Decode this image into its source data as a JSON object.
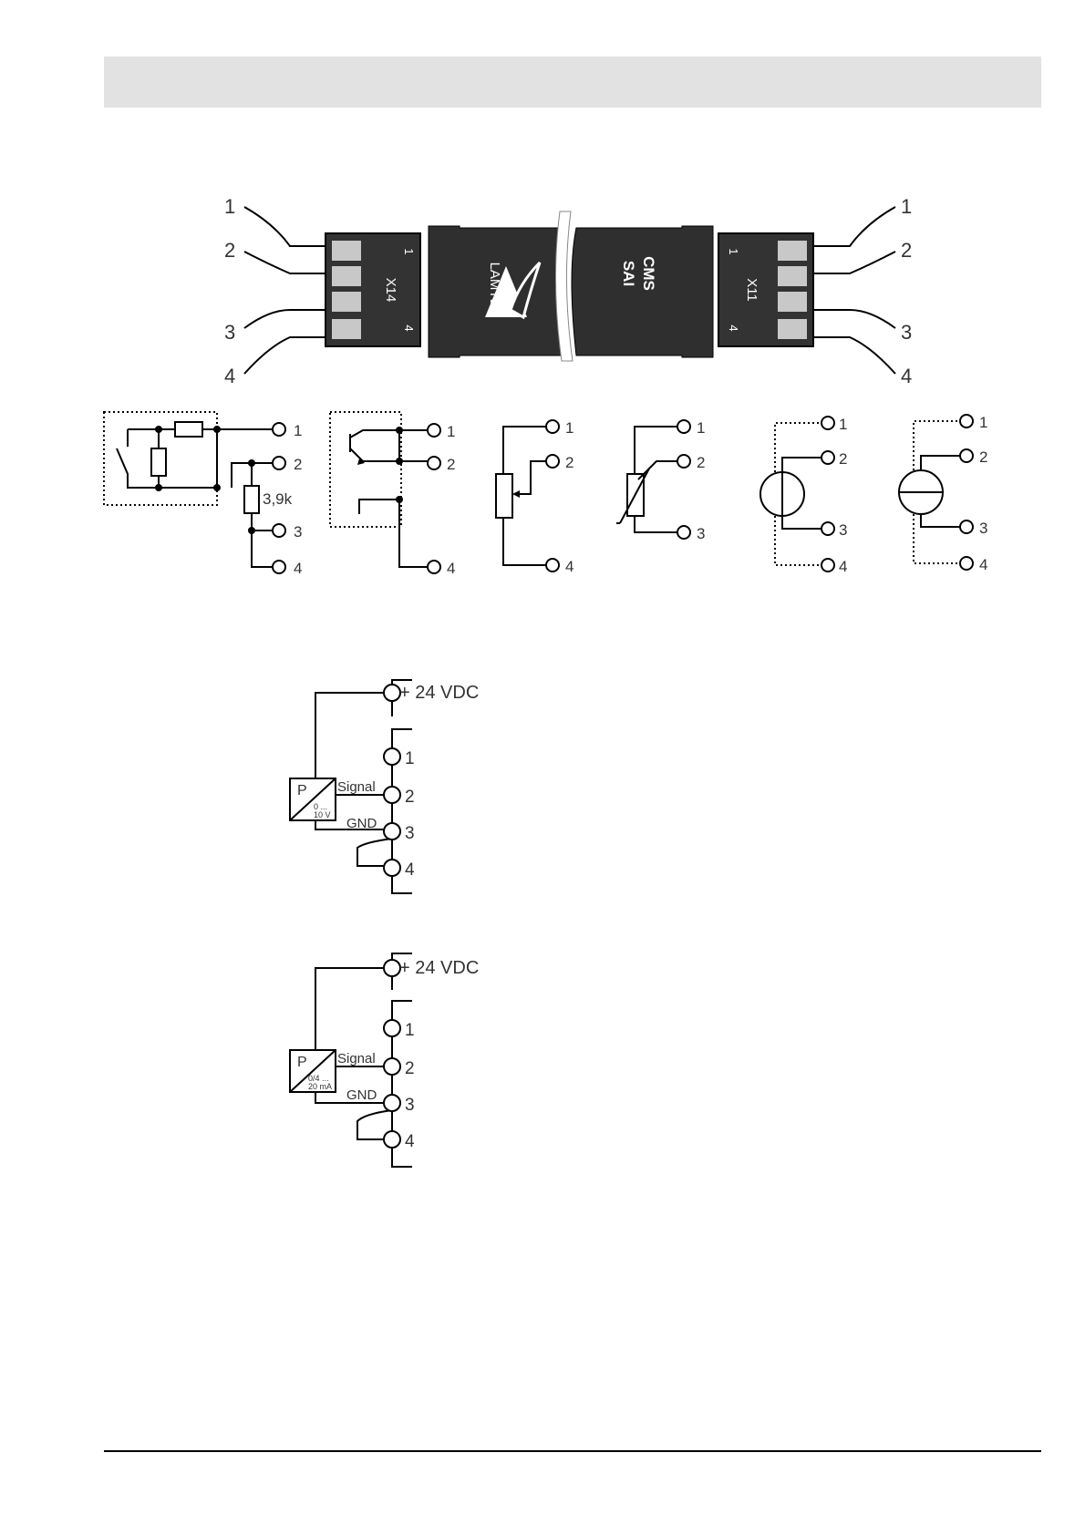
{
  "colors": {
    "module_body": "#2f2f2f",
    "terminal_slot": "#c8c8c8",
    "header_bar": "#e2e2e2"
  },
  "module": {
    "brand": "LAMTEC",
    "product_line1": "CMS",
    "product_line2": "SAI",
    "left_block": {
      "name": "X14",
      "pin_first": "1",
      "pin_last": "4"
    },
    "right_block": {
      "name": "X11",
      "pin_first": "1",
      "pin_last": "4"
    },
    "wire_labels": [
      "1",
      "2",
      "3",
      "4"
    ]
  },
  "circuits": {
    "terminal_labels": [
      "1",
      "2",
      "3",
      "4"
    ],
    "resistor_value": "3,9k"
  },
  "transmitter_voltage": {
    "supply": "+ 24 VDC",
    "box_letter": "P",
    "signal": "Signal",
    "gnd": "GND",
    "range_line1": "0 ...",
    "range_line2": "10 V",
    "terminals": [
      "1",
      "2",
      "3",
      "4"
    ]
  },
  "transmitter_current": {
    "supply": "+ 24 VDC",
    "box_letter": "P",
    "signal": "Signal",
    "gnd": "GND",
    "range_line1": "0/4 ...",
    "range_line2": "20 mA",
    "terminals": [
      "1",
      "2",
      "3",
      "4"
    ]
  }
}
